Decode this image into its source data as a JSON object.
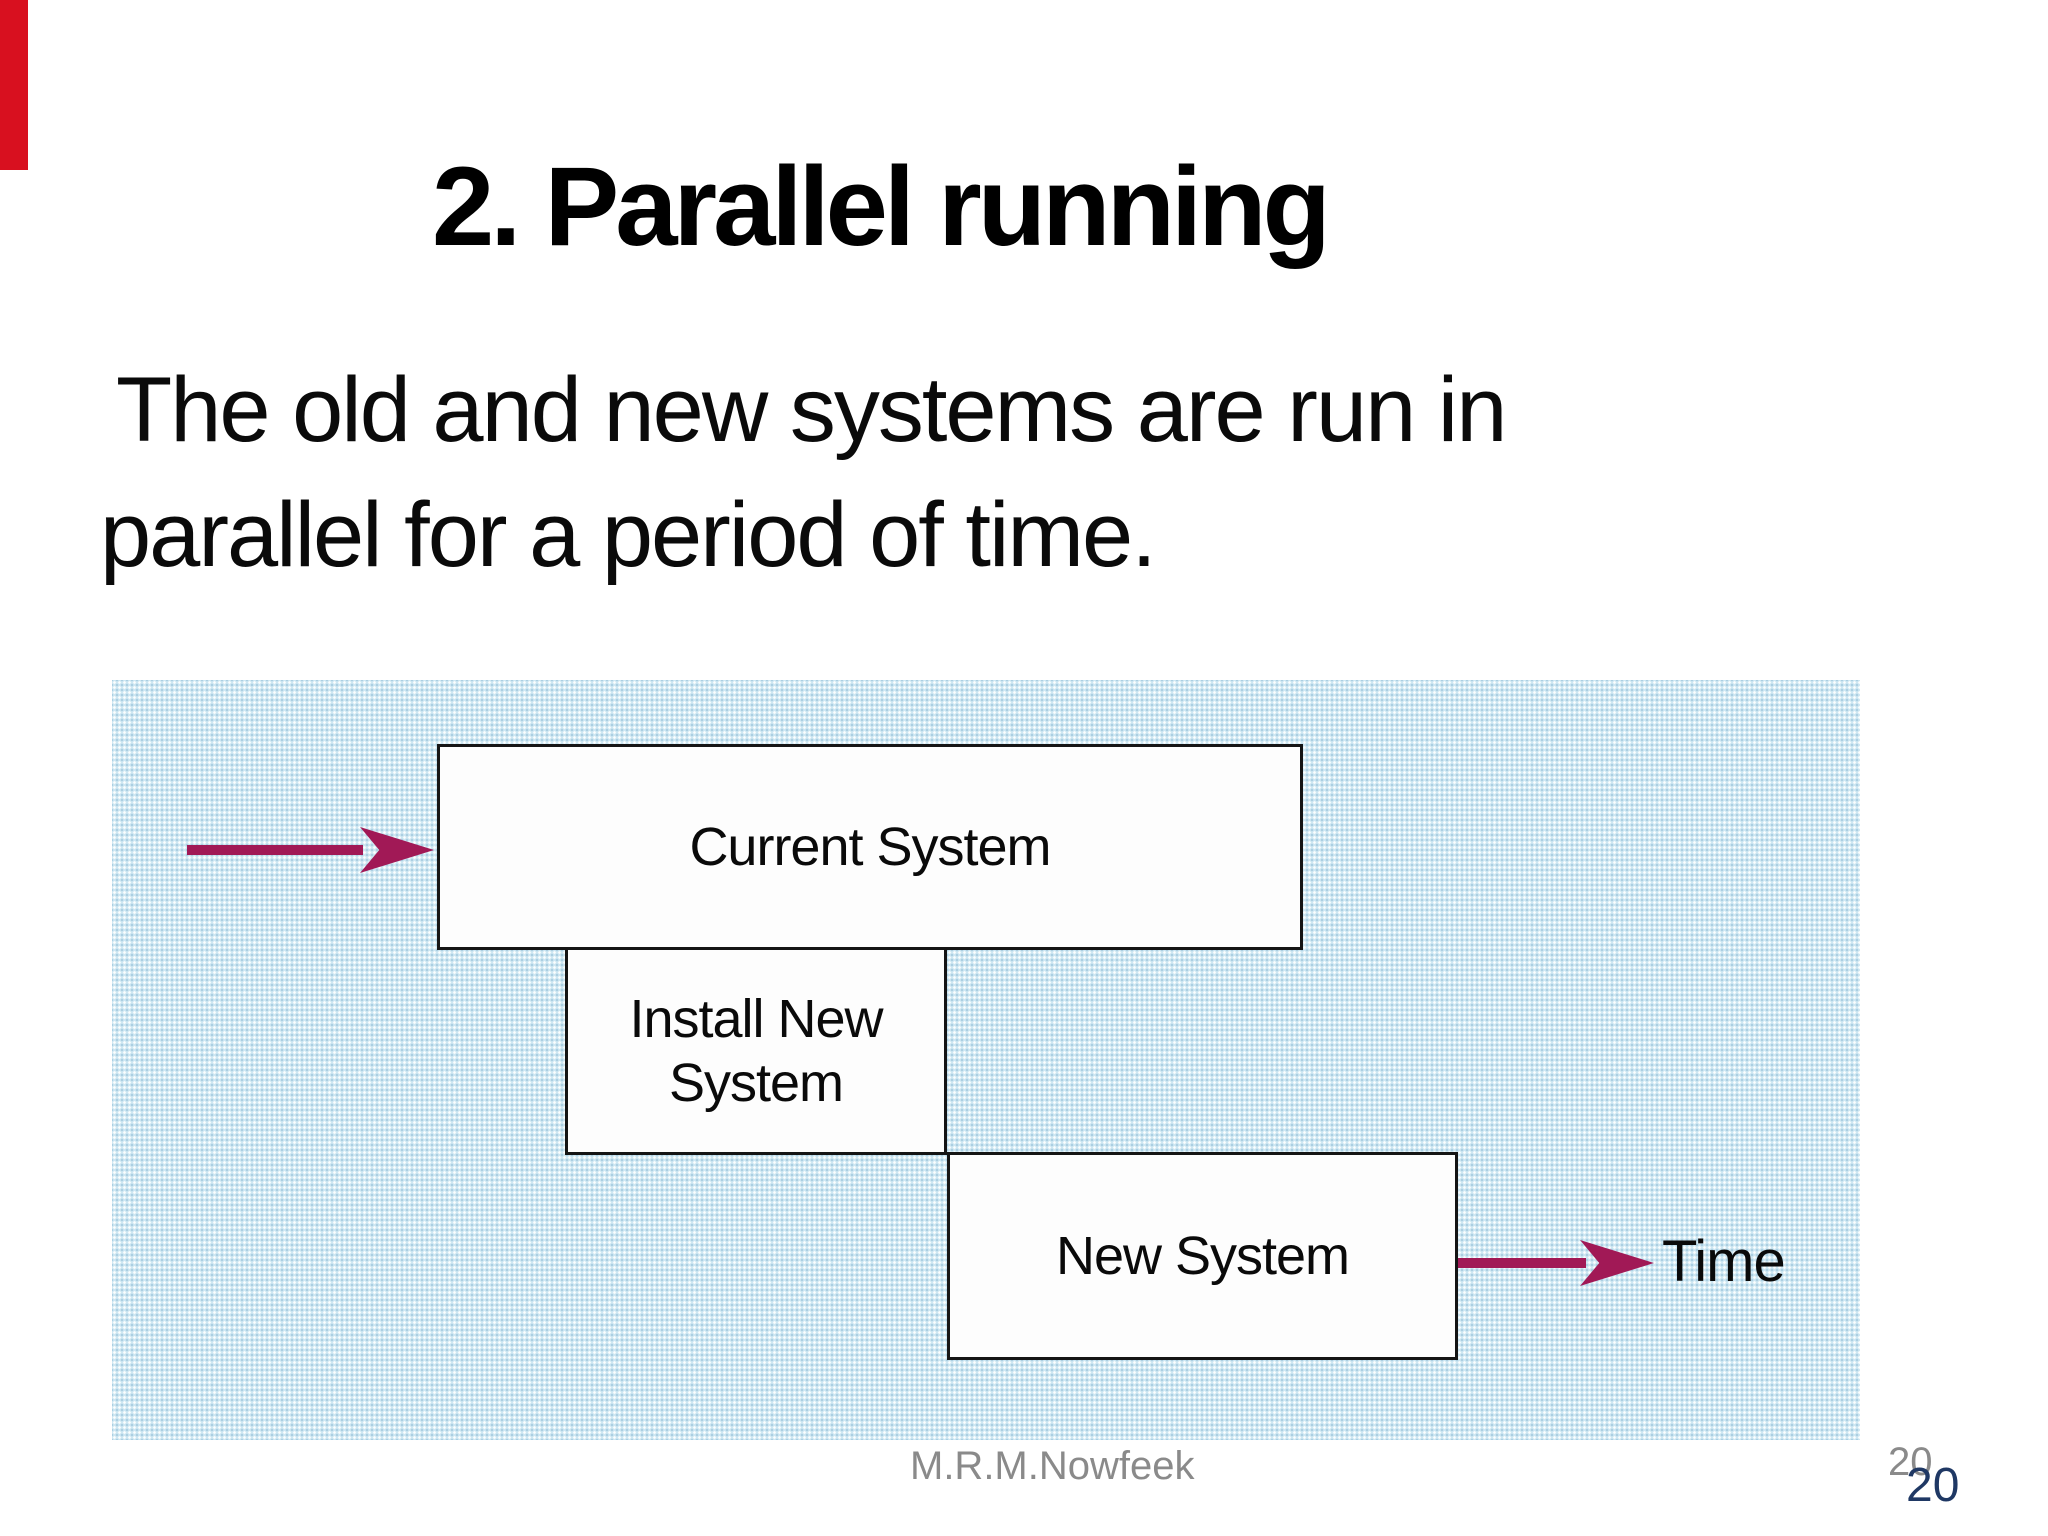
{
  "slide": {
    "title": "2. Parallel running",
    "body": {
      "line1": "The old and new systems are run in",
      "line2": "parallel for a period of time."
    },
    "footer": {
      "author": "M.R.M.Nowfeek",
      "page_number_gray": "20",
      "page_number_navy": "20"
    },
    "colors": {
      "red_bar": "#d8101f",
      "arrow": "#a11956",
      "panel_blue": "#cfe8f3",
      "navy_page_number": "#1f3864",
      "footer_gray": "#8a8a8a"
    }
  },
  "diagram": {
    "current_box": {
      "label": "Current System"
    },
    "install_box": {
      "line1": "Install New",
      "line2": "System"
    },
    "new_box": {
      "label": "New System"
    },
    "time_label": "Time",
    "icons": {
      "input_arrow": "right-arrow-icon",
      "time_arrow": "right-arrow-icon"
    }
  }
}
